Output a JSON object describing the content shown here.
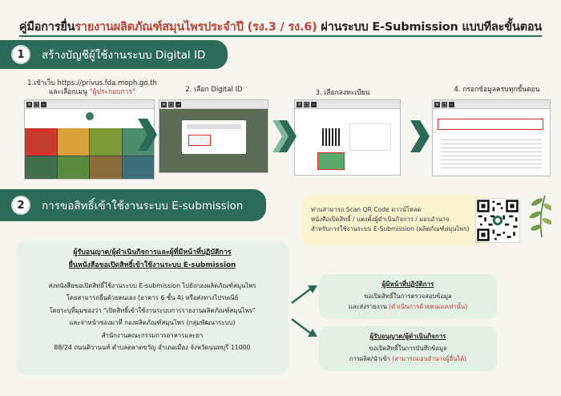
{
  "title": {
    "prefix": "คู่มือการยื่น",
    "highlight": "รายงานผลิตภัณฑ์สมุนไพรประจำปี (รง.3 / รง.6)",
    "suffix": " ผ่านระบบ E-Submission แบบทีละขั้นตอน"
  },
  "step1": {
    "number": "1",
    "label": "สร้างบัญชีผู้ใช้งานระบบ Digital ID",
    "captions": {
      "c1_line1": "1.เข้าเว็บ https://privus.fda.moph.go.th",
      "c1_line2_prefix": "และเลือกเมนู ",
      "c1_line2_highlight": "\"ผู้ประกอบการ\"",
      "c2": "2. เลือก Digital ID",
      "c3": "3. เลือกลงทะเบียน",
      "c4": "4. กรอกข้อมูลครบทุกขั้นตอน"
    },
    "window_controls": [
      "×",
      "□",
      "–"
    ]
  },
  "step2": {
    "number": "2",
    "label": "การขอสิทธิ์เข้าใช้งานระบบ E-submission"
  },
  "qr_panel": {
    "line1": "ท่านสามารถ Scan QR Code  ดาวน์โหลด",
    "line2": "หนังสือเปิดสิทธิ์ / แต่งตั้งผู้ดำเนินกิจการ / มอบอำนาจ",
    "line3": "สำหรับการใช้งานระบบ E-Submission (ผลิตภัณฑ์สมุนไพร)"
  },
  "left_panel": {
    "head1": "ผู้รับอนุญาต/ผู้ดำเนินกิจการและผู้ที่มีหน้าที่ปฏิบัติการ",
    "head2": "ยื่นหนังสือขอเปิดสิทธิ์เข้าใช้งานระบบ E-submission",
    "body": [
      "ส่งหนังสือขอเปิดสิทธิ์ใช้งานระบบ E-submission ไปยังกองผลิตภัณฑ์สมุนไพร",
      "โดยสามารถยื่นด้วยตนเอง (อาคาร 6 ชั้น 4) หรือส่งทางไปรษณีย์",
      "โดยระบุที่มุมซองว่า \"เปิดสิทธิ์เข้าใช้งานระบบการรายงานผลิตภัณฑ์สมุนไพร\"",
      "และจ่าหน้าซองมาที่ กองผลิตภัณฑ์สมุนไพร (กลุ่มพัฒนาระบบ)",
      "สำนักงานคณะกรรมการอาหารและยา",
      "88/24 ถนนติวานนท์ ตำบลตลาดขวัญ อำเภอเมือง จังหวัดนนทบุรี 11000"
    ]
  },
  "box_operator": {
    "head": "ผู้มีหน้าที่ปฏิบัติการ",
    "line1": "ขอเปิดสิทธิ์ในการตรวจสอบข้อมูล",
    "line2_prefix": "และส่งรายงาน ",
    "line2_highlight": "(ดำเนินการด้วยตนเองเท่านั้น)"
  },
  "box_licensee": {
    "head": "ผู้รับอนุญาต/ผู้ดำเนินกิจการ",
    "line1": "ขอเปิดสิทธิ์ในการบันทึกข้อมูล",
    "line2_prefix": "การผลิต/นำเข้า ",
    "line2_highlight": "(สามารถมอบอำนาจผู้อื่นได้)"
  },
  "colors": {
    "band": "#2d6b59",
    "accent_red": "#c0392b",
    "title_highlight": "#b8453a",
    "arrow": "#2d6b59",
    "arrow_light": "#7fb79a",
    "panel_green": "#e7f1e9",
    "panel_yellow": "#fcf3cf"
  }
}
